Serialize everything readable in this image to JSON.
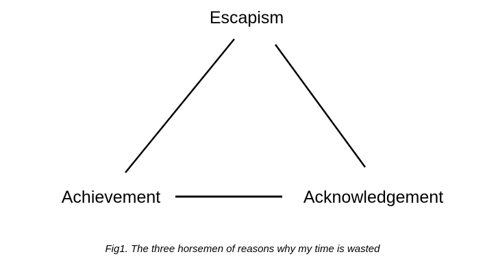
{
  "diagram": {
    "title": "Three horsemen triangle diagram",
    "nodes": [
      {
        "id": "escapism",
        "label": "Escapism",
        "position": "top"
      },
      {
        "id": "achievement",
        "label": "Achievement",
        "position": "bottom-left"
      },
      {
        "id": "acknowledgement",
        "label": "Acknowledgement",
        "position": "bottom-right"
      }
    ],
    "edges": [
      {
        "id": "edge-achievement-escapism",
        "from": "achievement",
        "to": "escapism"
      },
      {
        "id": "edge-escapism-acknowledgement",
        "from": "escapism",
        "to": "acknowledgement"
      },
      {
        "id": "edge-achievement-acknowledgement",
        "from": "achievement",
        "to": "acknowledgement"
      }
    ],
    "caption": "Fig1. The three horsemen of reasons why my time is wasted"
  },
  "colors": {
    "background": "#ffffff",
    "line": "#000000",
    "text": "#000000"
  }
}
